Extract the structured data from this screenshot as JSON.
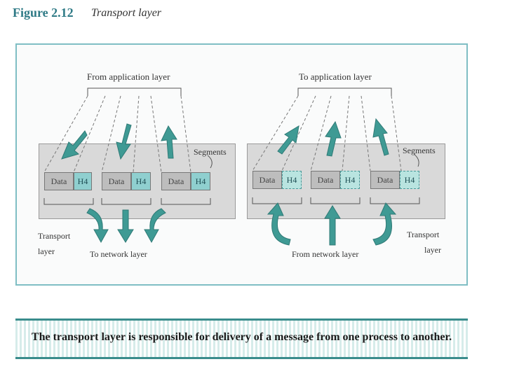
{
  "figure": {
    "number": "Figure 2.12",
    "title": "Transport layer"
  },
  "left_panel": {
    "top_label": "From application layer",
    "segments_label": "Segments",
    "side_label": [
      "Transport",
      "layer"
    ],
    "bottom_label": "To network layer",
    "segments": [
      {
        "data": "Data",
        "header": "H4"
      },
      {
        "data": "Data",
        "header": "H4"
      },
      {
        "data": "Data",
        "header": "H4"
      }
    ]
  },
  "right_panel": {
    "top_label": "To application layer",
    "segments_label": "Segments",
    "side_label": [
      "Transport",
      "layer"
    ],
    "bottom_label": "From network layer",
    "segments": [
      {
        "data": "Data",
        "header": "H4"
      },
      {
        "data": "Data",
        "header": "H4"
      },
      {
        "data": "Data",
        "header": "H4"
      }
    ]
  },
  "caption": "The transport layer is responsible for delivery of a message from one process to another.",
  "colors": {
    "accent": "#2f7a86",
    "arrow": "#3f9a94",
    "header_fill": "#8fcfcf",
    "panel": "#d9d9d9"
  }
}
